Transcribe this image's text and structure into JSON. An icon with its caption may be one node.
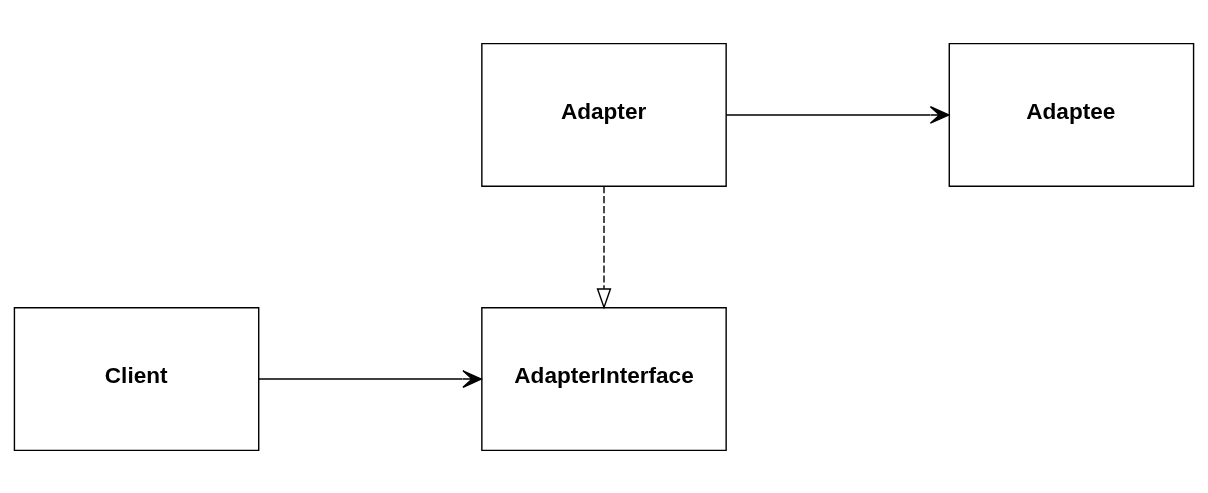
{
  "diagram": {
    "nodes": [
      {
        "text": [
          "Client"
        ]
      },
      {
        "text": [
          "AdapterInterface"
        ]
      },
      {
        "text": [
          "Adapter"
        ]
      },
      {
        "text": [
          "Adaptee"
        ]
      }
    ],
    "edges": [
      {
        "from": 0,
        "to": 1,
        "arrow": "to"
      },
      {
        "from": 2,
        "to": 1,
        "arrow": "to",
        "style": "dashed"
      },
      {
        "from": 2,
        "to": 3,
        "arrow": "to"
      }
    ]
  }
}
